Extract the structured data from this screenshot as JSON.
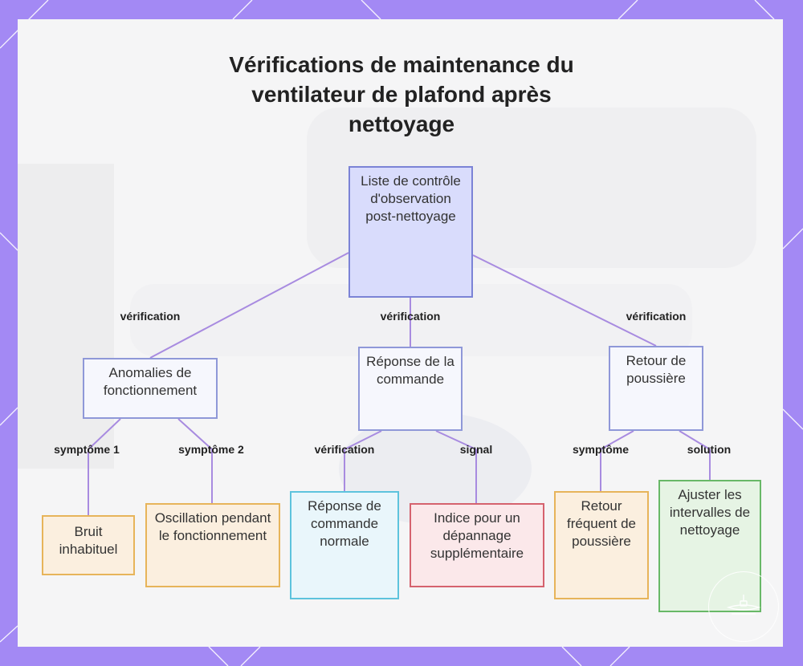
{
  "diagram": {
    "title": "Vérifications de maintenance du ventilateur de plafond après nettoyage",
    "nodes": {
      "root": "Liste de contrôle d'observation post-nettoyage",
      "anomalies": "Anomalies de fonctionnement",
      "reponse": "Réponse de la commande",
      "poussiere": "Retour de poussière",
      "bruit": "Bruit inhabituel",
      "oscillation": "Oscillation pendant le fonctionnement",
      "reponse_normale": "Réponse de commande normale",
      "indice": "Indice pour un dépannage supplémentaire",
      "retour_frequent": "Retour fréquent de poussière",
      "ajuster": "Ajuster les intervalles de nettoyage"
    },
    "edge_labels": {
      "root_anomalies": "vérification",
      "root_reponse": "vérification",
      "root_poussiere": "vérification",
      "anomalies_bruit": "symptôme 1",
      "anomalies_oscillation": "symptôme 2",
      "reponse_normale": "vérification",
      "reponse_indice": "signal",
      "poussiere_retour": "symptôme",
      "poussiere_ajuster": "solution"
    },
    "colors": {
      "background_purple": "#a389f4",
      "edge": "#a88be0",
      "root_fill": "#d9dcfc",
      "orange_border": "#e7b45a",
      "blue_border": "#5dc3dd",
      "red_border": "#d5626e",
      "green_border": "#68b867"
    }
  }
}
